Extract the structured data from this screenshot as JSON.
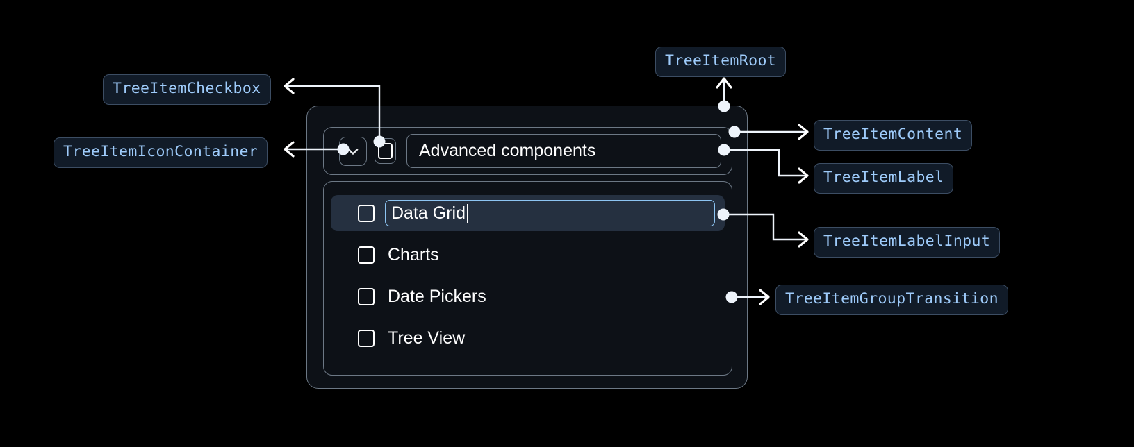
{
  "theme": {
    "background": "#000000",
    "panel_bg": "#0d1117",
    "panel_border": "#6c7885",
    "pill_bg": "#111b28",
    "pill_border": "#3c4d63",
    "pill_text": "#9ecbfa",
    "selected_row_bg": "#253040",
    "focus_border": "#8dc4f2",
    "wire_color": "#eef4fb",
    "text": "#ffffff"
  },
  "tree": {
    "root_item": {
      "icon": "chevron-down-icon",
      "checkbox_checked": false,
      "label": "Advanced components",
      "expanded": true
    },
    "children": [
      {
        "label": "Data Grid",
        "checkbox_checked": false,
        "editing": true,
        "selected": true,
        "input_value": "Data Grid"
      },
      {
        "label": "Charts",
        "checkbox_checked": false,
        "editing": false,
        "selected": false
      },
      {
        "label": "Date Pickers",
        "checkbox_checked": false,
        "editing": false,
        "selected": false
      },
      {
        "label": "Tree View",
        "checkbox_checked": false,
        "editing": false,
        "selected": false
      }
    ]
  },
  "annotations": [
    {
      "id": "checkbox",
      "label": "TreeItemCheckbox"
    },
    {
      "id": "icon-container",
      "label": "TreeItemIconContainer"
    },
    {
      "id": "root",
      "label": "TreeItemRoot"
    },
    {
      "id": "content",
      "label": "TreeItemContent"
    },
    {
      "id": "label",
      "label": "TreeItemLabel"
    },
    {
      "id": "label-input",
      "label": "TreeItemLabelInput"
    },
    {
      "id": "group",
      "label": "TreeItemGroupTransition"
    }
  ]
}
